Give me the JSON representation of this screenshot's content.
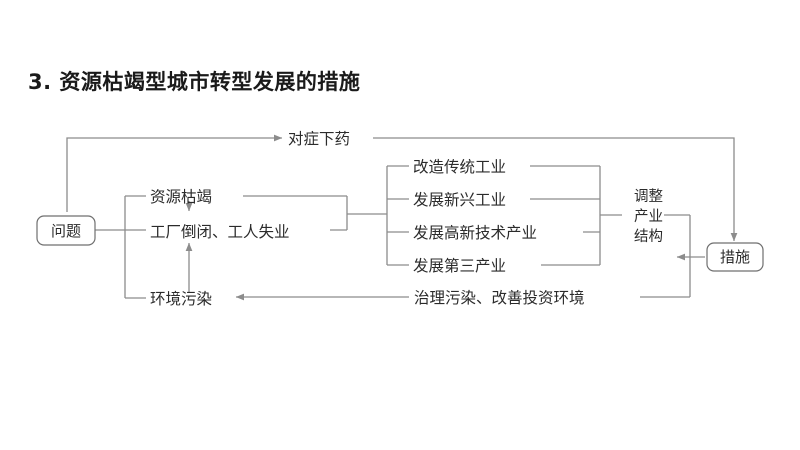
{
  "page": {
    "title": "3. 资源枯竭型城市转型发展的措施",
    "background_color": "#ffffff",
    "line_color": "#8c8c8c",
    "text_color": "#2b2b2b"
  },
  "diagram": {
    "type": "flowchart",
    "nodes": {
      "problem": {
        "label": "问题",
        "shape": "rounded-box"
      },
      "measure": {
        "label": "措施",
        "shape": "rounded-box"
      },
      "prescription": {
        "label": "对症下药",
        "shape": "plain"
      },
      "problem_items": [
        {
          "label": "资源枯竭"
        },
        {
          "label": "工厂倒闭、工人失业"
        },
        {
          "label": "环境污染"
        }
      ],
      "industry_measures": [
        {
          "label": "改造传统工业"
        },
        {
          "label": "发展新兴工业"
        },
        {
          "label": "发展高新技术产业"
        },
        {
          "label": "发展第三产业"
        }
      ],
      "structure_adjust": {
        "lines": [
          "调整",
          "产业",
          "结构"
        ]
      },
      "pollution_measure": {
        "label": "治理污染、改善投资环境"
      }
    },
    "edges": [
      {
        "from": "problem",
        "to": "prescription",
        "style": "arrow"
      },
      {
        "from": "prescription",
        "to": "measure",
        "style": "arrow"
      },
      {
        "from": "problem",
        "to": "problem_items",
        "style": "bracket"
      },
      {
        "from": "资源枯竭",
        "to": "工厂倒闭、工人失业",
        "style": "arrow-down"
      },
      {
        "from": "环境污染",
        "to": "工厂倒闭、工人失业",
        "style": "arrow-up"
      },
      {
        "from": "problem_items",
        "to": "industry_measures",
        "style": "bracket"
      },
      {
        "from": "industry_measures",
        "to": "structure_adjust",
        "style": "bracket"
      },
      {
        "from": "measure",
        "to": "structure_adjust",
        "style": "arrow"
      },
      {
        "from": "measure",
        "to": "pollution_measure",
        "style": "line"
      },
      {
        "from": "pollution_measure",
        "to": "环境污染",
        "style": "arrow"
      }
    ]
  }
}
